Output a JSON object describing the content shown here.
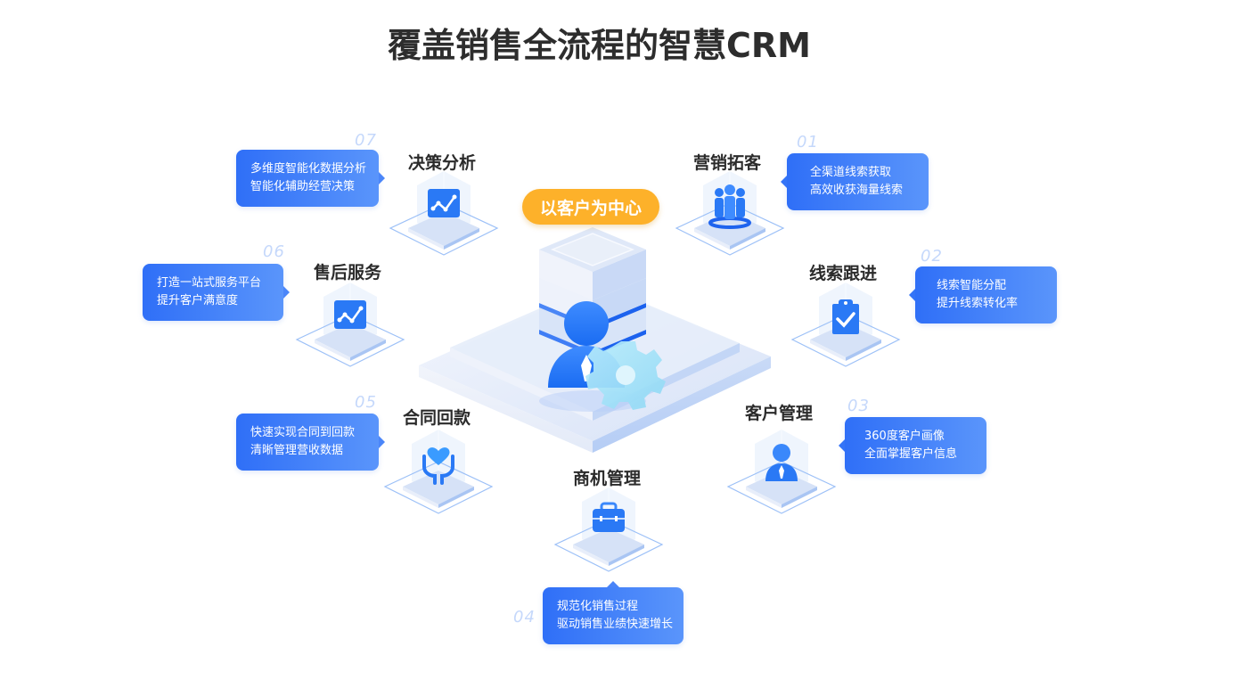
{
  "title": "覆盖销售全流程的智慧CRM",
  "center": {
    "label": "以客户为中心"
  },
  "modules": [
    {
      "id": "01",
      "name": "营销拓客",
      "icon": "people-group-icon",
      "lines": [
        "全渠道线索获取",
        "高效收获海量线索"
      ]
    },
    {
      "id": "02",
      "name": "线索跟进",
      "icon": "clipboard-check-icon",
      "lines": [
        "线索智能分配",
        "提升线索转化率"
      ]
    },
    {
      "id": "03",
      "name": "客户管理",
      "icon": "user-tie-icon",
      "lines": [
        "360度客户画像",
        "全面掌握客户信息"
      ]
    },
    {
      "id": "04",
      "name": "商机管理",
      "icon": "briefcase-icon",
      "lines": [
        "规范化销售过程",
        "驱动销售业绩快速增长"
      ]
    },
    {
      "id": "05",
      "name": "合同回款",
      "icon": "heart-hands-icon",
      "lines": [
        "快速实现合同到回款",
        "清晰管理营收数据"
      ]
    },
    {
      "id": "06",
      "name": "售后服务",
      "icon": "line-chart-icon",
      "lines": [
        "打造一站式服务平台",
        "提升客户满意度"
      ]
    },
    {
      "id": "07",
      "name": "决策分析",
      "icon": "line-chart-icon",
      "lines": [
        "多维度智能化数据分析",
        "智能化辅助经营决策"
      ]
    }
  ],
  "colors": {
    "accent_blue": "#2f6ff7",
    "accent_blue_light": "#5a95fb",
    "center_pill": "#fdb12a",
    "number": "#c5d8fb"
  }
}
